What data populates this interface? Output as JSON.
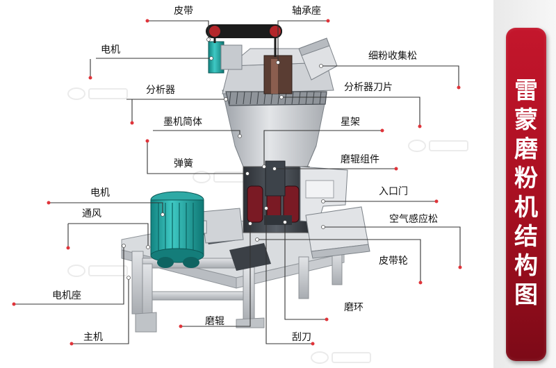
{
  "title": "雷蒙磨粉机结构图",
  "labels": {
    "belt": "皮带",
    "bearing_seat": "轴承座",
    "motor_top": "电机",
    "fine_powder_outlet": "细粉收集松",
    "classifier": "分析器",
    "classifier_blade": "分析器刀片",
    "mill_body": "墨机简体",
    "star_frame": "星架",
    "spring": "弹簧",
    "roller_assembly": "磨辊组件",
    "inlet_door": "入口门",
    "motor_bottom": "电机",
    "ventilation": "通风",
    "air_sensor": "空气感应松",
    "belt_wheel": "皮带轮",
    "motor_base": "电机座",
    "grinding_ring": "磨环",
    "grinding_roller": "磨辊",
    "main_unit": "主机",
    "scraper": "刮刀"
  },
  "colors": {
    "accent": "#c4162c",
    "leader_line": "#333333",
    "dot": "#e0343a",
    "motor": "#1fa3a0",
    "machine_grey": "#c9ccd0",
    "interior": "#3a3f45"
  },
  "icons": [
    "pointer-dot",
    "motor-icon"
  ]
}
